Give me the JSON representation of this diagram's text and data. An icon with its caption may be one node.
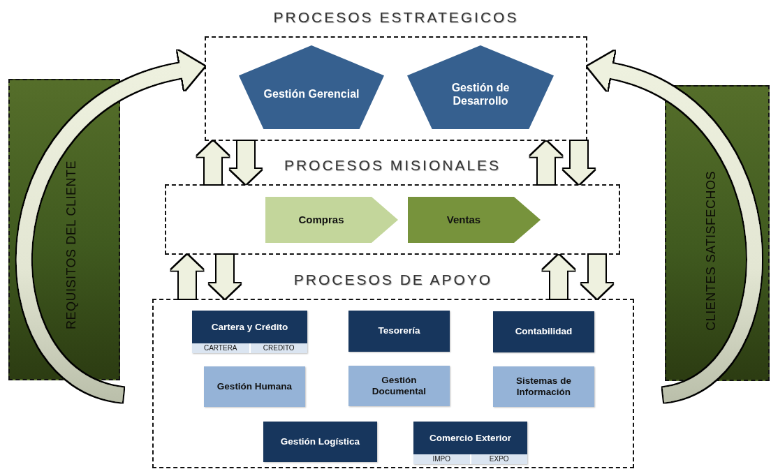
{
  "diagram": {
    "nodes": [
      {
        "text": [
          "PROCESOS ESTRATEGICOS"
        ]
      },
      {
        "text": [
          "Gestión Gerencial"
        ],
        "in": 0
      },
      {
        "text": [
          "Gestión de Desarrollo"
        ],
        "in": 0
      },
      {
        "text": [
          "PROCESOS MISIONALES"
        ]
      },
      {
        "text": [
          "Compras"
        ],
        "in": 3
      },
      {
        "text": [
          "Ventas"
        ],
        "in": 3
      },
      {
        "text": [
          "PROCESOS DE APOYO"
        ]
      },
      {
        "text": [
          "Cartera y Crédito",
          "CARTERA",
          "CREDITO"
        ],
        "in": 6
      },
      {
        "text": [
          "Tesorería"
        ],
        "in": 6
      },
      {
        "text": [
          "Contabilidad"
        ],
        "in": 6
      },
      {
        "text": [
          "Gestión Humana"
        ],
        "in": 6
      },
      {
        "text": [
          "Gestión Documental"
        ],
        "in": 6
      },
      {
        "text": [
          "Sistemas de Información"
        ],
        "in": 6
      },
      {
        "text": [
          "Gestión Logística"
        ],
        "in": 6
      },
      {
        "text": [
          "Comercio Exterior",
          "IMPO",
          "EXPO"
        ],
        "in": 6
      },
      {
        "text": [
          "REQUISITOS DEL CLIENTE"
        ]
      },
      {
        "text": [
          "CLIENTES SATISFECHOS"
        ]
      }
    ],
    "edges": [
      {
        "from": null,
        "to": 0,
        "arrow": "to"
      },
      {
        "from": 3,
        "to": 0,
        "arrow": "to"
      },
      {
        "from": 0,
        "to": 3,
        "arrow": "to"
      },
      {
        "from": 3,
        "to": 0,
        "arrow": "to"
      },
      {
        "from": 0,
        "to": 3,
        "arrow": "to"
      },
      {
        "from": 6,
        "to": 3,
        "arrow": "to"
      },
      {
        "from": 3,
        "to": 6,
        "arrow": "to"
      },
      {
        "from": 6,
        "to": 3,
        "arrow": "to"
      },
      {
        "from": 3,
        "to": 6,
        "arrow": "to"
      },
      {
        "from": null,
        "to": 0,
        "arrow": "to"
      }
    ]
  }
}
